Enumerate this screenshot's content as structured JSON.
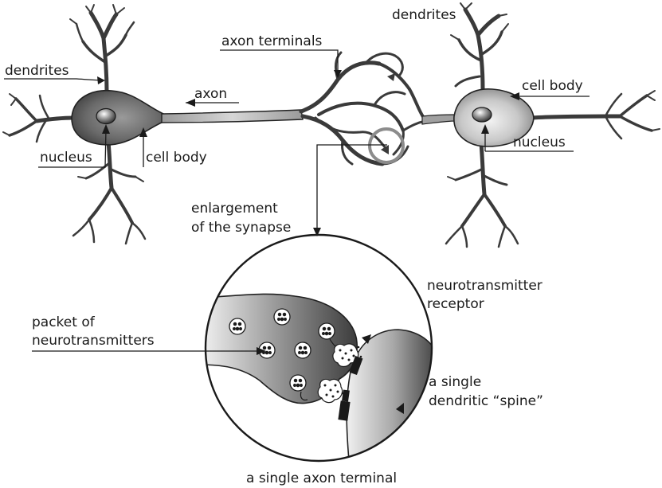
{
  "labels": {
    "dendrites_left": "dendrites",
    "dendrites_right": "dendrites",
    "axon_terminals": "axon terminals",
    "axon": "axon",
    "cell_body_left": "cell body",
    "cell_body_right": "cell body",
    "nucleus_left": "nucleus",
    "nucleus_right": "nucleus",
    "enlargement_line1": "enlargement",
    "enlargement_line2": "of the synapse",
    "receptor_line1": "neurotransmitter",
    "receptor_line2": "receptor",
    "packet_line1": "packet of",
    "packet_line2": "neurotransmitters",
    "spine_line1": "a single",
    "spine_line2": "dendritic “spine”",
    "axon_terminal_caption": "a single axon terminal"
  },
  "colors": {
    "ink": "#1a1a1a",
    "neuron_dark": "#4a4a4a",
    "neuron_light": "#e6e6e6",
    "highlight_circle": "#8c8c8c"
  }
}
